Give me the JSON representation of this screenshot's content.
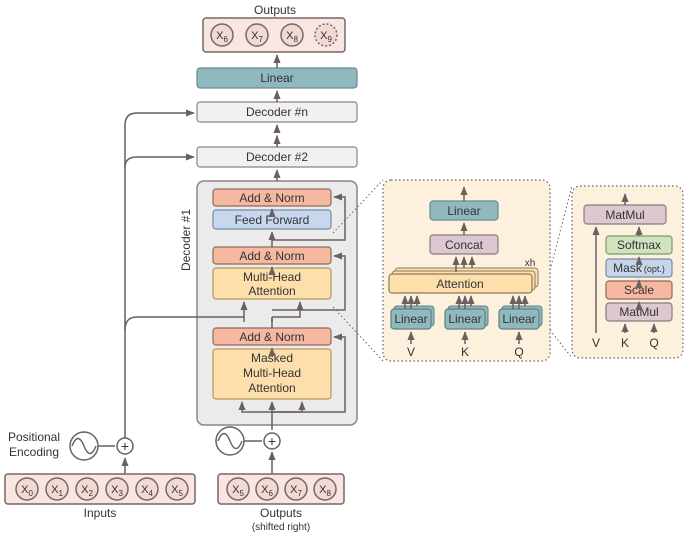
{
  "colors": {
    "line": "#6b5f5f",
    "token_fill": "#f2d9d4",
    "token_box_fill": "#f8e6e2",
    "token_stroke": "#7a6565",
    "linear_teal": "#8fb8bf",
    "decoder_gray": "#f2f0f0",
    "decoder_stroke": "#8c8484",
    "addnorm": "#f6b8a1",
    "feedforward": "#c6d7ee",
    "attention": "#fddfac",
    "panel": "#fdf1dd",
    "concat": "#dcc8cf",
    "softmax": "#cfe3c0",
    "mask": "#c7d5ea",
    "scale": "#f6b8a1",
    "matmul": "#dcc8cf"
  },
  "top_outputs": {
    "title": "Outputs",
    "tokens": [
      {
        "base": "X",
        "sub": "6"
      },
      {
        "base": "X",
        "sub": "7"
      },
      {
        "base": "X",
        "sub": "8"
      },
      {
        "base": "X",
        "sub": "9"
      }
    ]
  },
  "final_linear": "Linear",
  "decoder_n": "Decoder #n",
  "dots": "⋮",
  "decoder_2": "Decoder #2",
  "decoder1": {
    "label": "Decoder #1",
    "add_norm_top": "Add & Norm",
    "feed_forward": "Feed Forward",
    "add_norm_mid": "Add & Norm",
    "mha_line1": "Multi-Head",
    "mha_line2": "Attention",
    "add_norm_low": "Add & Norm",
    "masked_line1": "Masked",
    "masked_line2": "Multi-Head",
    "masked_line3": "Attention"
  },
  "positional_encoding": {
    "line1": "Positional",
    "line2": "Encoding"
  },
  "plus_symbol": "+",
  "inputs": {
    "label": "Inputs",
    "tokens": [
      {
        "base": "X",
        "sub": "0"
      },
      {
        "base": "X",
        "sub": "1"
      },
      {
        "base": "X",
        "sub": "2"
      },
      {
        "base": "X",
        "sub": "3"
      },
      {
        "base": "X",
        "sub": "4"
      },
      {
        "base": "X",
        "sub": "5"
      }
    ]
  },
  "outputs_bottom": {
    "label": "Outputs",
    "sublabel": "(shifted right)",
    "tokens": [
      {
        "base": "X",
        "sub": "5"
      },
      {
        "base": "X",
        "sub": "6"
      },
      {
        "base": "X",
        "sub": "7"
      },
      {
        "base": "X",
        "sub": "8"
      }
    ]
  },
  "mha_detail": {
    "linear_top": "Linear",
    "concat": "Concat",
    "attention": "Attention",
    "heads": "xh",
    "linears": [
      "Linear",
      "Linear",
      "Linear"
    ],
    "inputs": [
      "V",
      "K",
      "Q"
    ]
  },
  "sdpa_detail": {
    "matmul_top": "MatMul",
    "softmax": "Softmax",
    "mask": "Mask",
    "mask_opt": "(opt.)",
    "scale": "Scale",
    "matmul_bottom": "MatMul",
    "inputs": [
      "V",
      "K",
      "Q"
    ]
  }
}
